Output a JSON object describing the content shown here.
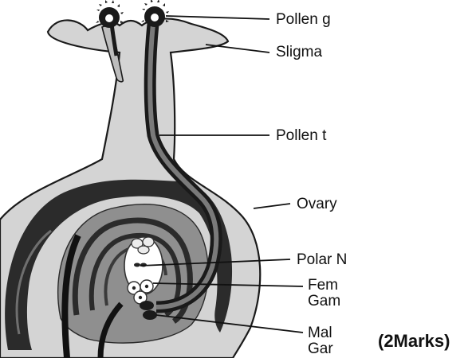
{
  "labels": {
    "pollen_grain": "Pollen g",
    "stigma": "Sligma",
    "pollen_tube": "Pollen t",
    "ovary": "Ovary",
    "polar_nuclei": "Polar N",
    "female_gamete_line1": "Fem",
    "female_gamete_line2": "Gam",
    "male_gamete_line1": "Mal",
    "male_gamete_line2": "Gar"
  },
  "marks": "(2Marks)"
}
